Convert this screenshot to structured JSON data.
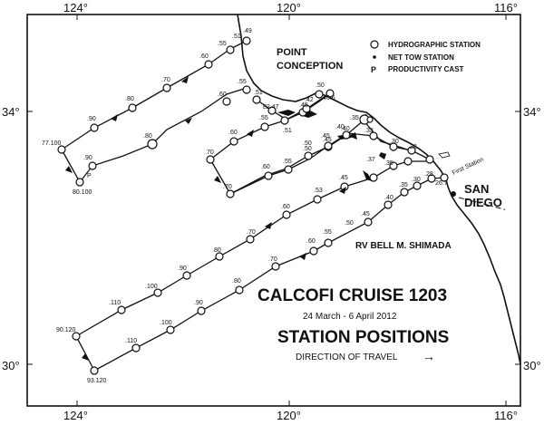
{
  "map": {
    "lon_ticks": [
      "124°",
      "120°",
      "116°"
    ],
    "lat_ticks": [
      "34°",
      "30°"
    ],
    "place_point_conception_1": "POINT",
    "place_point_conception_2": "CONCEPTION",
    "place_san_diego_1": "SAN",
    "place_san_diego_2": "DIEGO",
    "first_station": "First Station",
    "vessel": "RV BELL M. SHIMADA",
    "title": "CALCOFI CRUISE 1203",
    "dates": "24 March - 6 April 2012",
    "subtitle": "STATION POSITIONS",
    "direction": "DIRECTION OF TRAVEL",
    "direction_arrow": "→",
    "legend": [
      {
        "symbol": "O",
        "label": "HYDROGRAPHIC STATION"
      },
      {
        "symbol": "•",
        "label": "NET TOW STATION"
      },
      {
        "symbol": "P",
        "label": "PRODUCTIVITY CAST"
      }
    ],
    "station_labels": [
      ".49",
      ".51",
      ".55",
      ".60",
      ".70",
      ".80",
      ".90",
      "77.100",
      "80.100",
      ".90",
      ".80",
      "P",
      ".60",
      ".55",
      ".51",
      "82.47",
      ".50",
      ".45",
      ".42",
      "40.6",
      ".70",
      ".60",
      ".55",
      ".51",
      ".50",
      ".45",
      ".40",
      ".35",
      ".33",
      ".30",
      ".28",
      ".70",
      ".60",
      ".55",
      ".50",
      ".45",
      ".40",
      ".37",
      ".35",
      "26.7",
      ".70",
      ".80",
      ".90",
      ".100",
      ".110",
      "90.120",
      ".60",
      ".53",
      ".45",
      ".40",
      ".35",
      ".30",
      ".28",
      ".60",
      ".55",
      ".50",
      ".45",
      ".70",
      ".80",
      ".90",
      ".100",
      ".110",
      "93.120"
    ]
  }
}
